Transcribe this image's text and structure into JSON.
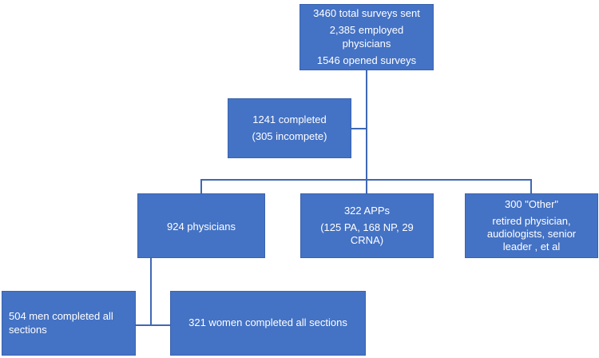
{
  "diagram": {
    "top": {
      "lines": [
        "3460 total surveys sent",
        "2,385 employed physicians",
        "1546 opened surveys"
      ]
    },
    "completed": {
      "lines": [
        "1241 completed",
        "(305 incompete)"
      ]
    },
    "physicians": {
      "lines": [
        "924 physicians"
      ]
    },
    "apps": {
      "lines": [
        "322 APPs",
        "(125 PA, 168 NP, 29 CRNA)"
      ]
    },
    "other": {
      "lines": [
        "300 \"Other\"",
        "retired physician, audiologists, senior leader , et al"
      ]
    },
    "men": {
      "lines": [
        "504 men completed all sections"
      ]
    },
    "women": {
      "lines": [
        "321 women completed all sections"
      ]
    },
    "colors": {
      "box_fill": "#4472c4",
      "box_text": "#ffffff",
      "connector": "#3f68b3",
      "background": "#ffffff"
    }
  }
}
